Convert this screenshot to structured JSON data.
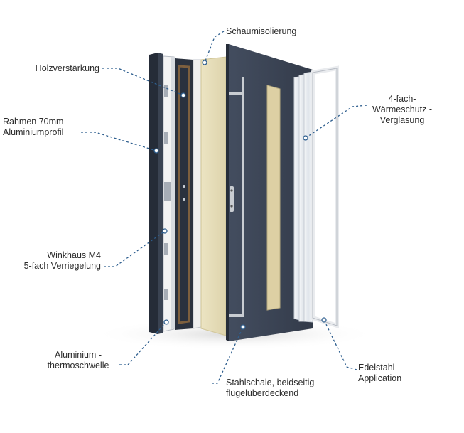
{
  "labels": {
    "schaum": "Schaumisolierung",
    "holz": "Holzverstärkung",
    "rahmen_1": "Rahmen 70mm",
    "rahmen_2": "Aluminiumprofil",
    "waerme_1": "4-fach-",
    "waerme_2": "Wärmeschutz -",
    "waerme_3": "Verglasung",
    "winkhaus_1": "Winkhaus M4",
    "winkhaus_2": "5-fach Verriegelung",
    "alu_1": "Aluminium -",
    "alu_2": "thermoschwelle",
    "edel_1": "Edelstahl",
    "edel_2": "Application",
    "stahl_1": "Stahlschale, beidseitig",
    "stahl_2": "flügelüberdeckend"
  },
  "colors": {
    "door_panel": "#3c4657",
    "frame_dark": "#2e3645",
    "insulation": "#e6ddb8",
    "glass_strip": "#ddd0a4",
    "steel": "#c9cdd2",
    "leader_line": "#2f5f8f",
    "text": "#2b2b2b"
  }
}
